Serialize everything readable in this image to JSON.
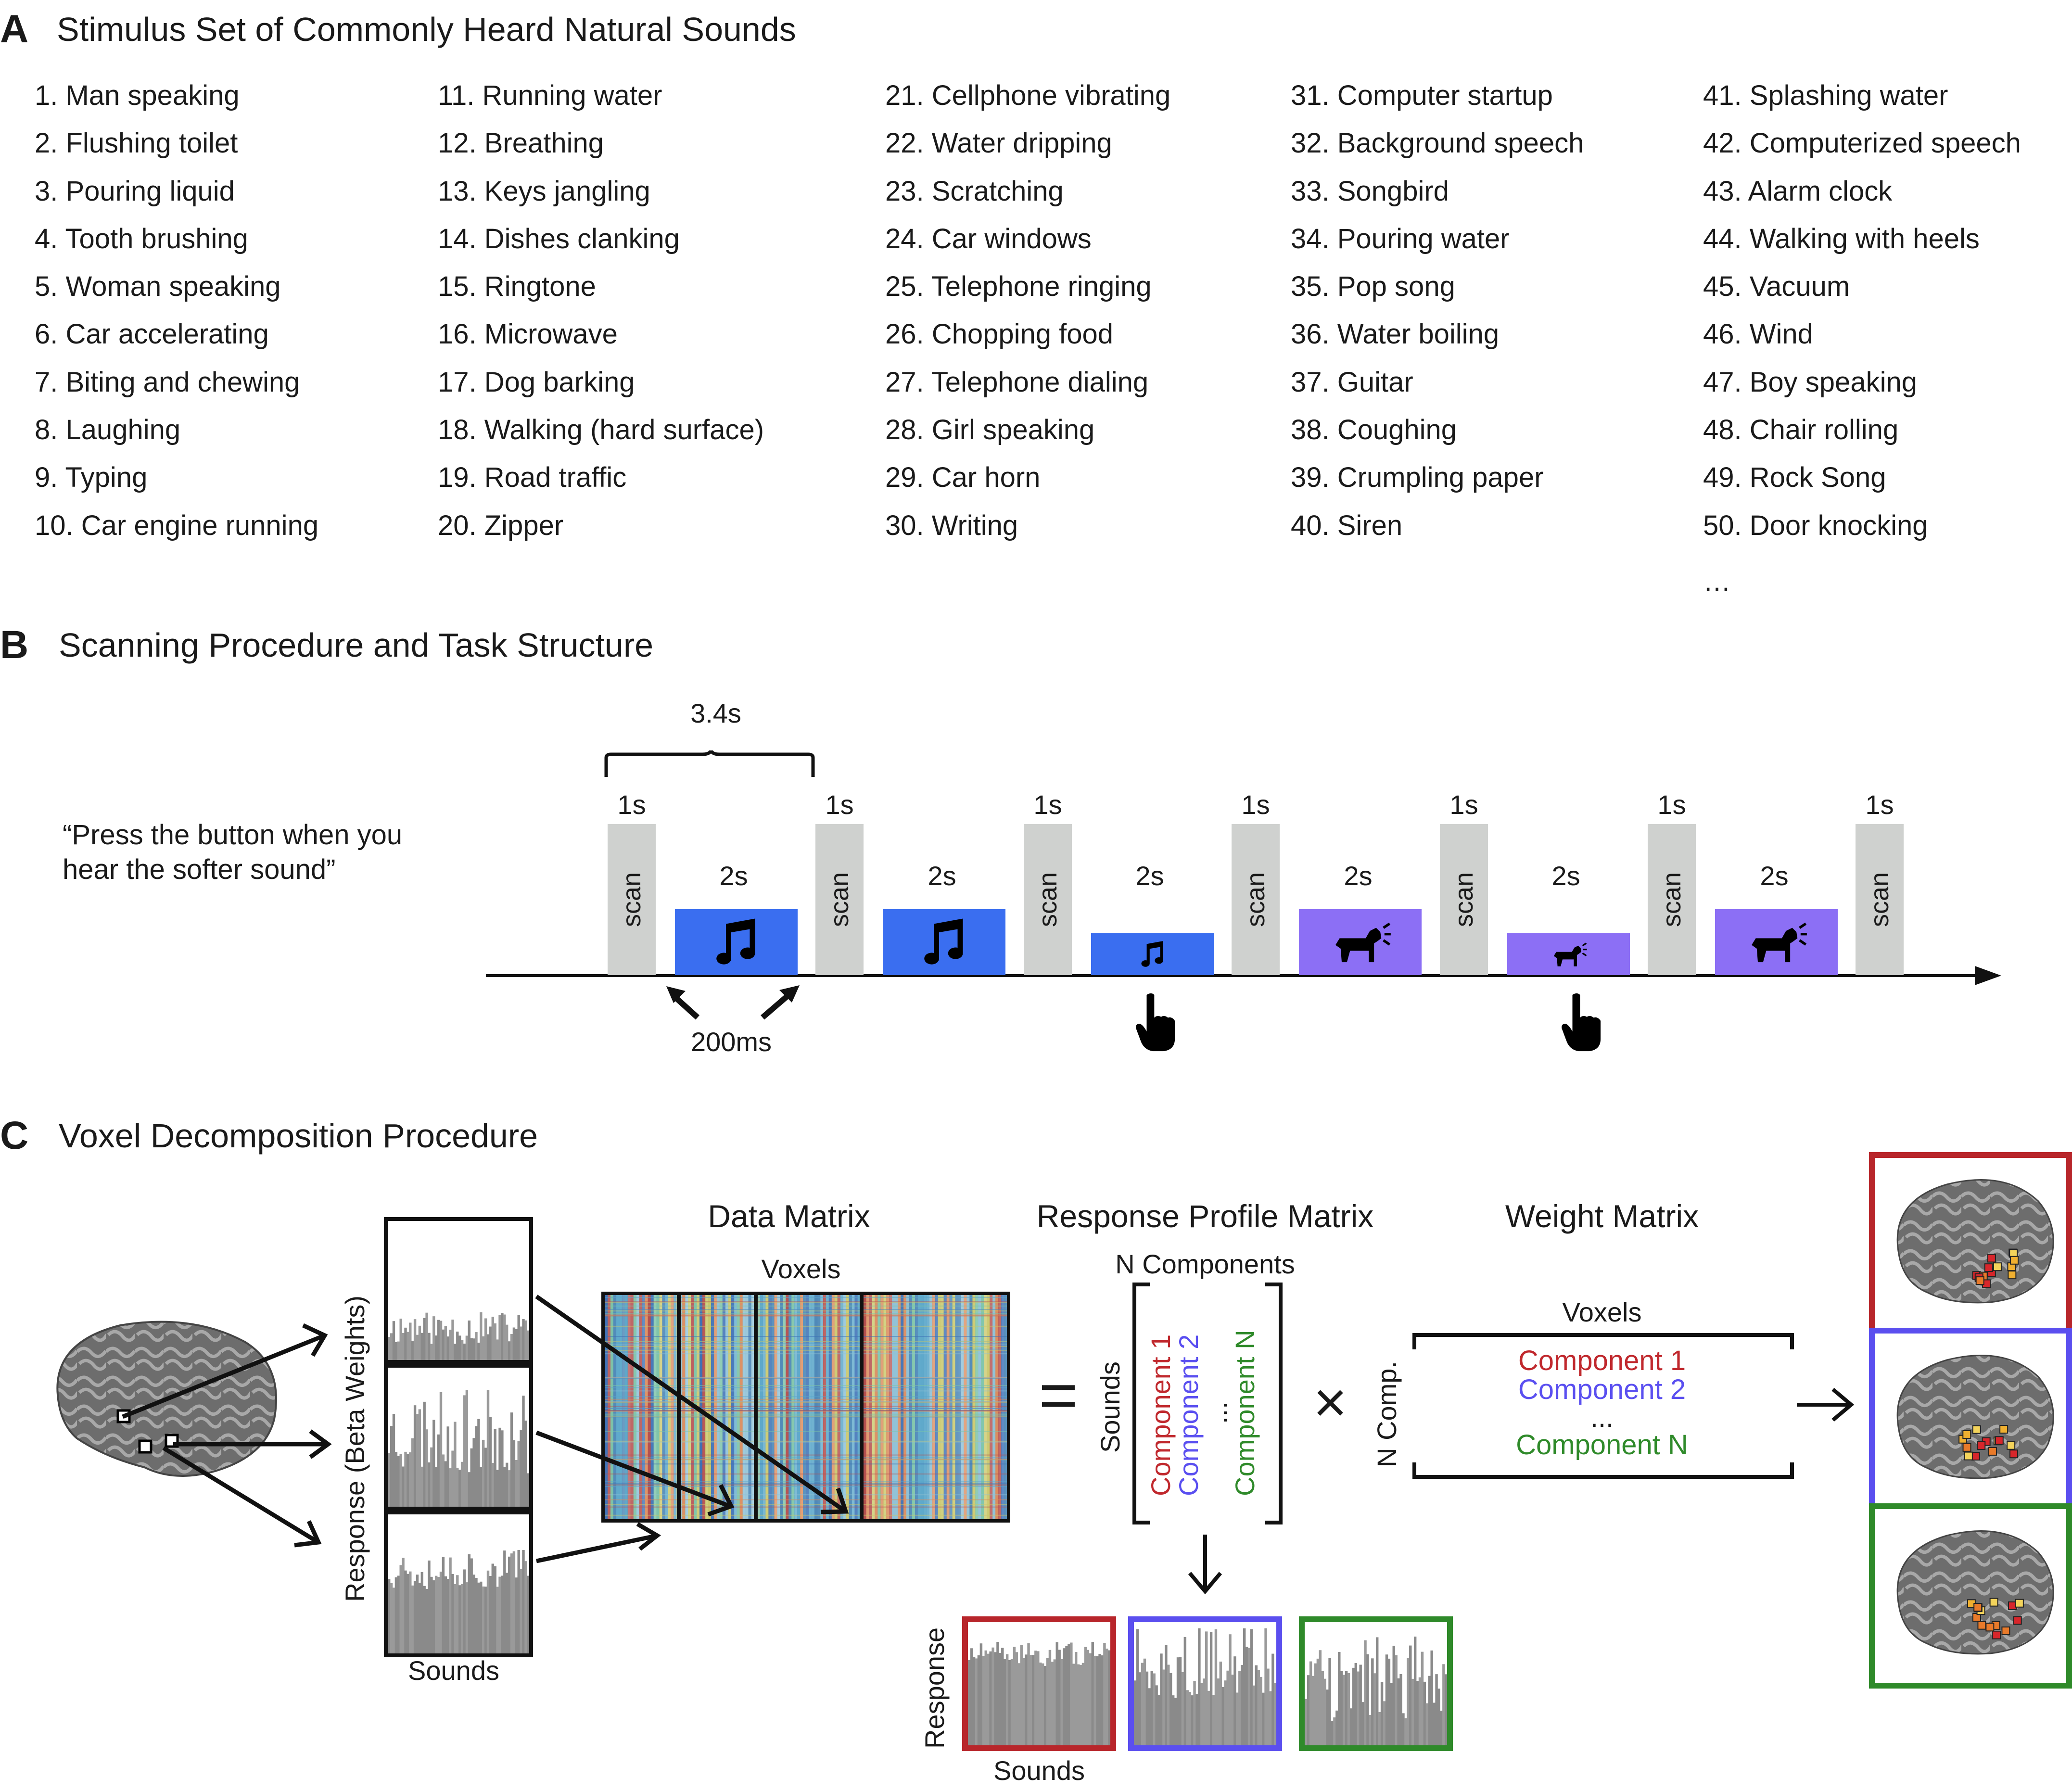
{
  "panel_a": {
    "letter": "A",
    "title": "Stimulus Set of Commonly Heard Natural Sounds",
    "columns": [
      [
        "1. Man speaking",
        "2. Flushing toilet",
        "3. Pouring liquid",
        "4. Tooth brushing",
        "5. Woman speaking",
        "6. Car accelerating",
        "7. Biting and chewing",
        "8. Laughing",
        "9. Typing",
        "10. Car engine running"
      ],
      [
        "11. Running water",
        "12. Breathing",
        "13. Keys jangling",
        "14. Dishes clanking",
        "15. Ringtone",
        "16. Microwave",
        "17. Dog barking",
        "18. Walking (hard surface)",
        "19. Road traffic",
        "20. Zipper"
      ],
      [
        "21. Cellphone vibrating",
        "22. Water dripping",
        "23. Scratching",
        "24. Car windows",
        "25. Telephone ringing",
        "26. Chopping food",
        "27. Telephone dialing",
        "28. Girl speaking",
        "29. Car horn",
        "30. Writing"
      ],
      [
        "31. Computer startup",
        "32. Background speech",
        "33. Songbird",
        "34. Pouring water",
        "35. Pop song",
        "36. Water boiling",
        "37. Guitar",
        "38. Coughing",
        "39. Crumpling paper",
        "40. Siren"
      ],
      [
        "41. Splashing water",
        "42. Computerized speech",
        "43. Alarm clock",
        "44. Walking with heels",
        "45. Vacuum",
        "46. Wind",
        "47. Boy speaking",
        "48. Chair rolling",
        "49. Rock Song",
        "50. Door knocking"
      ]
    ],
    "ellipsis": "…"
  },
  "panel_b": {
    "letter": "B",
    "title": "Scanning Procedure and Task Structure",
    "instruction_line1": "“Press the button when you",
    "instruction_line2": "hear the softer sound”",
    "period_label": "3.4s",
    "scan_duration": "1s",
    "scan_label": "scan",
    "sound_duration": "2s",
    "gap_label": "200ms",
    "sounds": [
      {
        "icon": "music-note-icon",
        "loudness": "loud",
        "color": "#3a6ef0",
        "press": false
      },
      {
        "icon": "music-note-icon",
        "loudness": "loud",
        "color": "#3a6ef0",
        "press": false
      },
      {
        "icon": "music-note-icon",
        "loudness": "soft",
        "color": "#3a6ef0",
        "press": true
      },
      {
        "icon": "barking-dog-icon",
        "loudness": "loud",
        "color": "#8c6ff5",
        "press": false
      },
      {
        "icon": "barking-dog-icon",
        "loudness": "soft",
        "color": "#8c6ff5",
        "press": true
      },
      {
        "icon": "barking-dog-icon",
        "loudness": "loud",
        "color": "#8c6ff5",
        "press": false
      }
    ],
    "press_icon": "pointing-hand-icon"
  },
  "panel_c": {
    "letter": "C",
    "title": "Voxel Decomposition Procedure",
    "response_axis_label": "Response (Beta Weights)",
    "sounds_label": "Sounds",
    "data_matrix_title": "Data Matrix",
    "voxels_label": "Voxels",
    "response_profile_title": "Response Profile Matrix",
    "n_components_label": "N Components",
    "sounds_axis_label": "Sounds",
    "components": [
      {
        "name": "Component 1",
        "color": "#c0282d"
      },
      {
        "name": "Component 2",
        "color": "#5a4ff0"
      },
      {
        "name": "...",
        "color": "#1a1a1a"
      },
      {
        "name": "Component N",
        "color": "#2f8a2a"
      }
    ],
    "equals_sign": "=",
    "times_sign": "×",
    "weight_matrix_title": "Weight Matrix",
    "weight_voxels_label": "Voxels",
    "n_comp_label": "N Comp.",
    "bottom_response_label": "Response",
    "bottom_sounds_label": "Sounds",
    "frame_colors": [
      "#b8262b",
      "#5b4fef",
      "#2f8a2a"
    ],
    "icons": [
      "brain-surface-icon",
      "arrow-right-icon",
      "arrow-down-icon"
    ]
  }
}
